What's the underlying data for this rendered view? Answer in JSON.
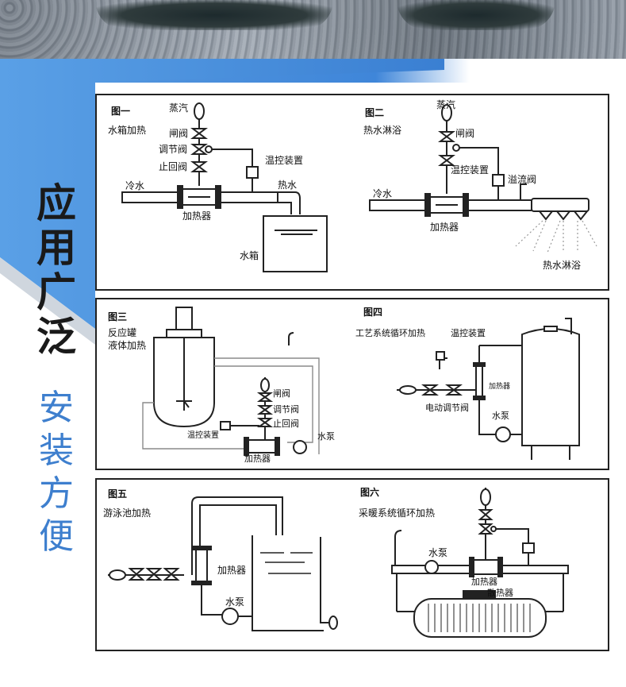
{
  "header_photo": {
    "description_icon": "bubble-wrap-photo"
  },
  "side_title": [
    "应",
    "用",
    "广",
    "泛"
  ],
  "side_subtitle": [
    "安",
    "装",
    "方",
    "便"
  ],
  "colors": {
    "accent_blue": "#3f86d9",
    "subtitle_blue": "#3e7fce",
    "line": "#222222"
  },
  "panels": {
    "p1": {
      "title": "图一",
      "subtitle": "水箱加热",
      "labels": {
        "steam": "蒸汽",
        "gate": "闸阀",
        "regulating": "调节阀",
        "check": "止回阀",
        "temp": "温控装置",
        "cold": "冷水",
        "hot": "热水",
        "heater": "加热器",
        "tank": "水箱"
      }
    },
    "p2": {
      "title": "图二",
      "subtitle": "热水淋浴",
      "labels": {
        "steam": "蒸汽",
        "gate": "闸阀",
        "temp": "温控装置",
        "overflow": "溢流阀",
        "cold": "冷水",
        "heater": "加热器",
        "shower": "热水淋浴"
      }
    },
    "p3": {
      "title": "图三",
      "subtitle1": "反应罐",
      "subtitle2": "液体加热",
      "labels": {
        "gate": "闸阀",
        "regulating": "调节阀",
        "check": "止回阀",
        "temp": "温控装置",
        "pump": "水泵",
        "heater": "加热器"
      }
    },
    "p4": {
      "title": "图四",
      "subtitle": "工艺系统循环加热",
      "labels": {
        "temp": "温控装置",
        "heater": "加热器",
        "motor_valve": "电动调节阀",
        "pump": "水泵"
      }
    },
    "p5": {
      "title": "图五",
      "subtitle": "游泳池加热",
      "labels": {
        "heater": "加热器",
        "pump": "水泵"
      }
    },
    "p6": {
      "title": "图六",
      "subtitle": "采暖系统循环加热",
      "labels": {
        "pump": "水泵",
        "heater": "加热器",
        "radiator": "散热器"
      }
    }
  }
}
